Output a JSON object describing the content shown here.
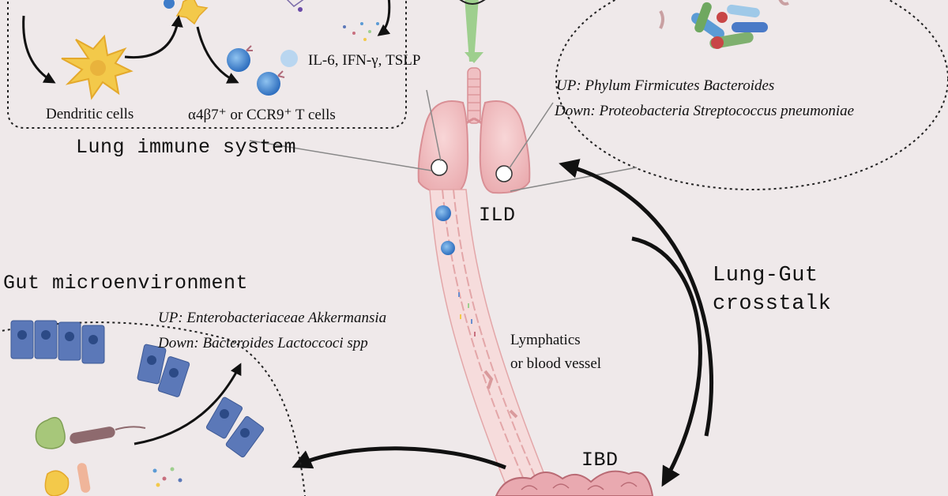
{
  "panels": {
    "lung_immune": {
      "title": "Lung immune system",
      "dendritic_label": "Dendritic cells",
      "t_cell_label": "α4β7⁺ or CCR9⁺  T cells",
      "cytokines": "IL-6, IFN-γ, TSLP"
    },
    "lung_microbiota": {
      "up": "UP: Phylum Firmicutes    Bacteroides",
      "down": "Down: Proteobacteria    Streptococcus pneumoniae"
    },
    "gut": {
      "title": "Gut microenvironment",
      "up": "UP: Enterobacteriaceae   Akkermansia",
      "down": "Down: Bacteroides      Lactoccoci spp"
    }
  },
  "center": {
    "ild_label": "ILD",
    "ibd_label": "IBD",
    "vessel_label_1": "Lymphatics",
    "vessel_label_2": "or blood vessel",
    "crosstalk_1": "Lung-Gut",
    "crosstalk_2": "crosstalk"
  },
  "colors": {
    "background": "#efe9ea",
    "lung": "#f2c4c6",
    "lung_outline": "#d98f95",
    "t_cell": "#3e7cc9",
    "dendritic": "#f3c94a",
    "epithelium": "#5b78b8",
    "arrow_green": "#9ecf8e",
    "arrow_black": "#111111"
  }
}
